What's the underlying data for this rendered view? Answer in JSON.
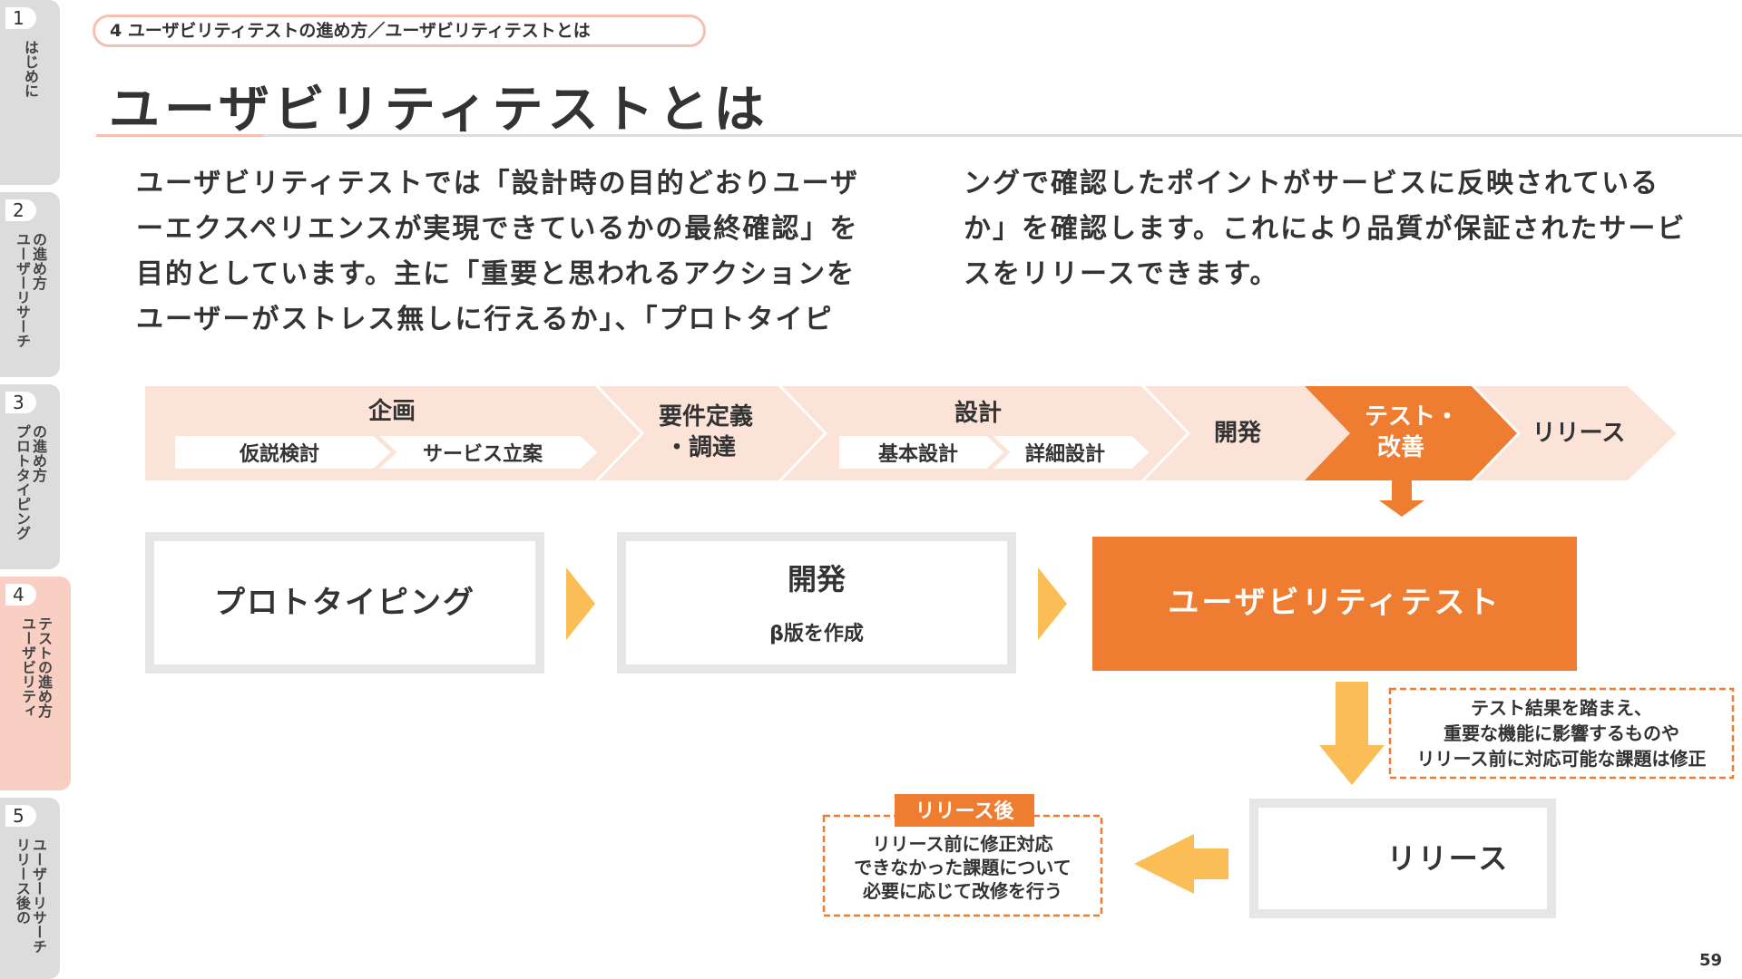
{
  "nav": {
    "tabs": [
      {
        "number": "1",
        "label": "はじめに",
        "active": false
      },
      {
        "number": "2",
        "label_lines": [
          "ユーザーリサーチ",
          "の進め方"
        ],
        "active": false
      },
      {
        "number": "3",
        "label_lines": [
          "プロトタイピング",
          "の進め方"
        ],
        "active": false
      },
      {
        "number": "4",
        "label_lines": [
          "ユーザビリティ",
          "テストの進め方"
        ],
        "active": true
      },
      {
        "number": "5",
        "label_lines": [
          "リリース後の",
          "ユーザーリサーチ"
        ],
        "active": false
      }
    ]
  },
  "header": {
    "breadcrumb": "4 ユーザビリティテストの進め方／ユーザビリティテストとは",
    "title": "ユーザビリティテストとは"
  },
  "intro": {
    "left_lines": [
      "ユーザビリティテストでは「設計時の目的どおりユーザ",
      "ーエクスペリエンスが実現できているかの最終確認」を",
      "目的としています。主に「重要と思われるアクションを",
      "ユーザーがストレス無しに行えるか」、「プロトタイピ"
    ],
    "right_lines": [
      "ングで確認したポイントがサービスに反映されている",
      "か」を確認します。これにより品質が保証されたサービ",
      "スをリリースできます。"
    ]
  },
  "process": {
    "stages": [
      {
        "label": "企画",
        "sub": [
          "仮説検討",
          "サービス立案"
        ]
      },
      {
        "label_lines": [
          "要件定義",
          "・調達"
        ]
      },
      {
        "label": "設計",
        "sub": [
          "基本設計",
          "詳細設計"
        ]
      },
      {
        "label": "開発"
      },
      {
        "label_lines": [
          "テスト・",
          "改善"
        ],
        "active": true
      },
      {
        "label": "リリース"
      }
    ]
  },
  "flow": {
    "prototyping": "プロトタイピング",
    "development": {
      "title": "開発",
      "subtitle": "β版を作成"
    },
    "usability_test": "ユーザビリティテスト",
    "fix_note_lines": [
      "テスト結果を踏まえ、",
      "重要な機能に影響するものや",
      "リリース前に対応可能な課題は修正"
    ],
    "release": "リリース",
    "after_release": {
      "tag": "リリース後",
      "lines": [
        "リリース前に修正対応",
        "できなかった課題について",
        "必要に応じて改修を行う"
      ]
    }
  },
  "colors": {
    "accent": "#ee7d31",
    "stage_bg": "#fbe3d8",
    "arrow_yellow": "#fbbd56",
    "tab_active": "#f9cfc3",
    "tab_inactive": "#dcdcdc"
  },
  "page_number": "59"
}
